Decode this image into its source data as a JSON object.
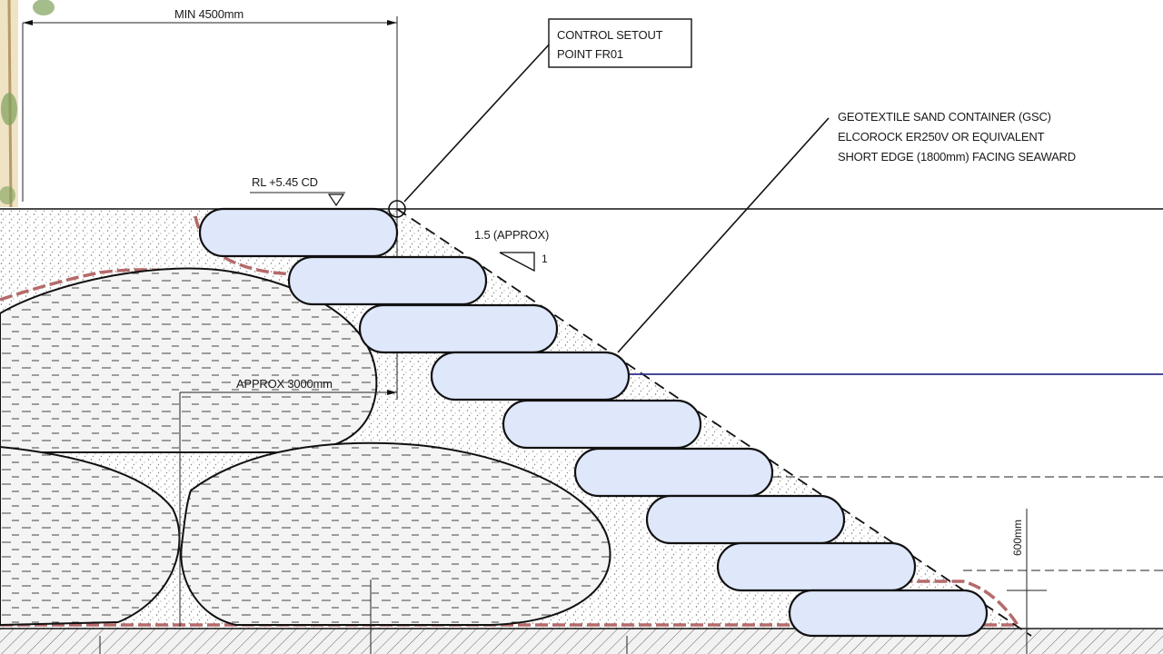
{
  "labels": {
    "min_width": "MIN 4500mm",
    "rl": "RL +5.45 CD",
    "control_point_line1": "CONTROL SETOUT",
    "control_point_line2": "POINT FR01",
    "gsc_line1": "GEOTEXTILE SAND CONTAINER (GSC)",
    "gsc_line2": "ELCOROCK ER250V OR EQUIVALENT",
    "gsc_line3": "SHORT EDGE (1800mm) FACING SEAWARD",
    "slope_ratio": "1.5 (APPROX)",
    "slope_unit": "1",
    "approx_width": "APPROX 3000mm",
    "bag_height": "600mm"
  },
  "colors": {
    "bag_fill": "#dfe7fb",
    "water_line": "#2b2f8a",
    "geotextile": "#b56a6a",
    "sand_dots": "#7a7a7a",
    "vegetation": "#7fa05a"
  },
  "structure": {
    "sand_container_count": 9,
    "boulder_count": 3
  }
}
